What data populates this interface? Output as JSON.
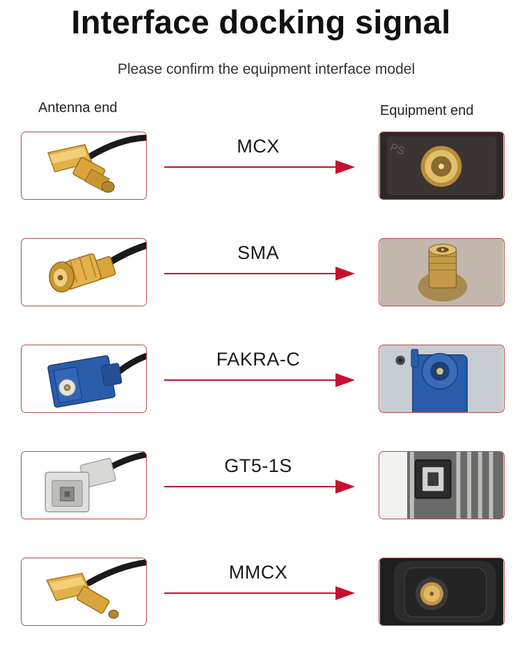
{
  "header": {
    "title": "Interface docking signal",
    "subtitle": "Please confirm the equipment interface model"
  },
  "columns": {
    "left": "Antenna end",
    "right": "Equipment end"
  },
  "colors": {
    "arrow": "#c8102e",
    "box_border": "#b54a4a",
    "gold": "#d9a53a",
    "fakra_blue": "#2a5caa",
    "gt5_grey": "#d8d8d6"
  },
  "connectors": [
    {
      "label": "MCX",
      "antenna_icon": "mcx-plug-icon",
      "equipment_icon": "mcx-jack-icon"
    },
    {
      "label": "SMA",
      "antenna_icon": "sma-plug-icon",
      "equipment_icon": "sma-jack-icon"
    },
    {
      "label": "FAKRA-C",
      "antenna_icon": "fakra-plug-icon",
      "equipment_icon": "fakra-jack-icon"
    },
    {
      "label": "GT5-1S",
      "antenna_icon": "gt5-plug-icon",
      "equipment_icon": "gt5-jack-icon"
    },
    {
      "label": "MMCX",
      "antenna_icon": "mmcx-plug-icon",
      "equipment_icon": "mmcx-jack-icon"
    }
  ]
}
